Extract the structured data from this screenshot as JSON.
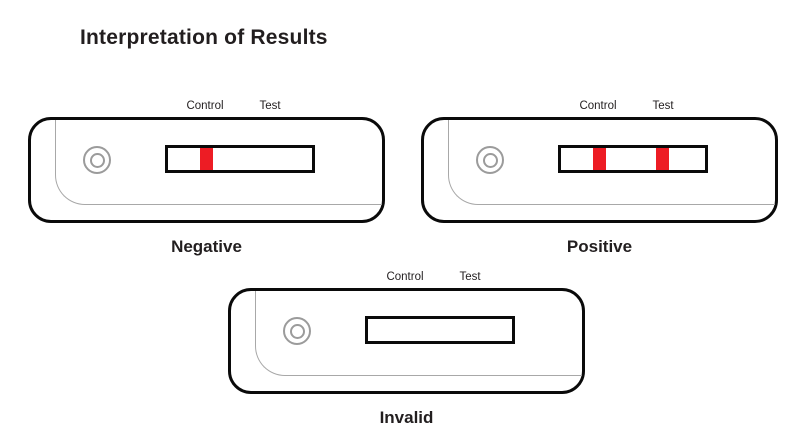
{
  "title": "Interpretation of Results",
  "colors": {
    "line_red": "#ED1C24",
    "cassette_outline": "#0a0a0a",
    "seam_gray": "#a8a8a8",
    "well_gray": "#9b9b9b",
    "text": "#221e1f"
  },
  "cassettes": [
    {
      "id": "negative",
      "caption": "Negative",
      "control_label": "Control",
      "test_label": "Test",
      "lines": {
        "control": true,
        "test": false
      }
    },
    {
      "id": "positive",
      "caption": "Positive",
      "control_label": "Control",
      "test_label": "Test",
      "lines": {
        "control": true,
        "test": true
      }
    },
    {
      "id": "invalid",
      "caption": "Invalid",
      "control_label": "Control",
      "test_label": "Test",
      "lines": {
        "control": false,
        "test": false
      }
    }
  ]
}
